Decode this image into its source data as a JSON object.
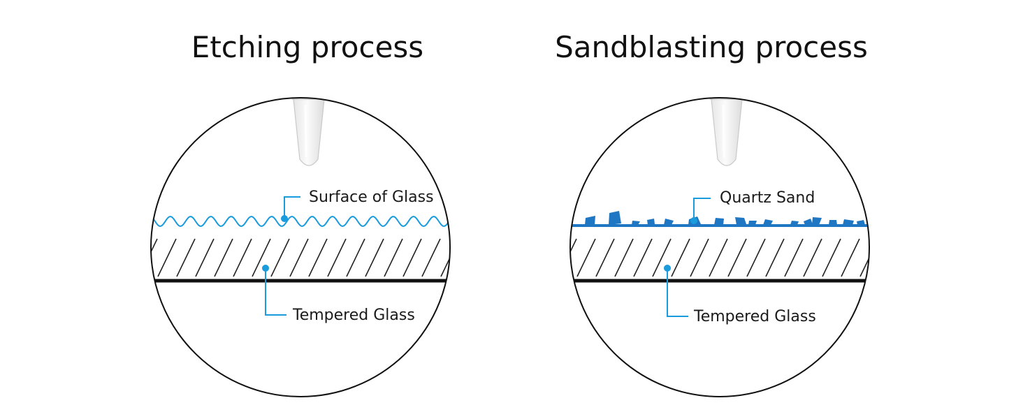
{
  "panels": {
    "left": {
      "title": "Etching process",
      "surface_label": "Surface of Glass",
      "glass_label": "Tempered Glass"
    },
    "right": {
      "title": "Sandblasting process",
      "surface_label": "Quartz Sand",
      "glass_label": "Tempered Glass"
    }
  },
  "colors": {
    "accent": "#1a9bdc",
    "sand": "#1f77c4",
    "line": "#111111",
    "hatch": "#222222",
    "tip": "#eeeeee"
  }
}
